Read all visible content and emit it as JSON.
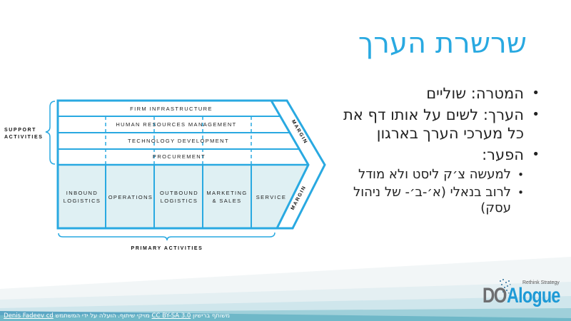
{
  "slide": {
    "title": "שרשרת הערך",
    "bullets": [
      {
        "level": 1,
        "text": "המטרה: שוליים"
      },
      {
        "level": 1,
        "text": "הערך: לשים על אותו דף את כל מערכי הערך בארגון"
      },
      {
        "level": 1,
        "text": "הפער:"
      },
      {
        "level": 2,
        "text": "למעשה צ׳ק ליסט ולא מודל"
      },
      {
        "level": 2,
        "text": "לרוב בנאלי (א׳-ב׳- של ניהול עסק)"
      }
    ]
  },
  "diagram": {
    "support_label_line1": "SUPPORT",
    "support_label_line2": "ACTIVITIES",
    "support_rows": [
      "FIRM INFRASTRUCTURE",
      "HUMAN RESOURCES MANAGEMENT",
      "TECHNOLOGY DEVELOPMENT",
      "PROCUREMENT"
    ],
    "primary_cols": [
      {
        "line1": "INBOUND",
        "line2": "LOGISTICS"
      },
      {
        "line1": "OPERATIONS",
        "line2": ""
      },
      {
        "line1": "OUTBOUND",
        "line2": "LOGISTICS"
      },
      {
        "line1": "MARKETING",
        "line2": "& SALES"
      },
      {
        "line1": "SERVICE",
        "line2": ""
      }
    ],
    "margin_top": "MARGIN",
    "margin_bottom": "MARGIN",
    "primary_label": "PRIMARY ACTIVITIES",
    "colors": {
      "line": "#29a9e1",
      "primary_fill": "#dff0f3",
      "text": "#222222"
    }
  },
  "footer": {
    "prefix": "משותף ברישיון ",
    "license": "CC BY-SA 3.0",
    "middle": " מויקי שיתוף. הועלה על ידי המשתמש ",
    "user": "Denis Fadeev cd"
  },
  "logo": {
    "part1": "DO",
    "part2": "Alogue",
    "tagline": "Rethink Strategy"
  },
  "colors": {
    "title": "#29a9e1",
    "footer_band": "#6fb8c8",
    "logo_gray": "#6d6e70",
    "logo_blue": "#1e9ad6"
  }
}
